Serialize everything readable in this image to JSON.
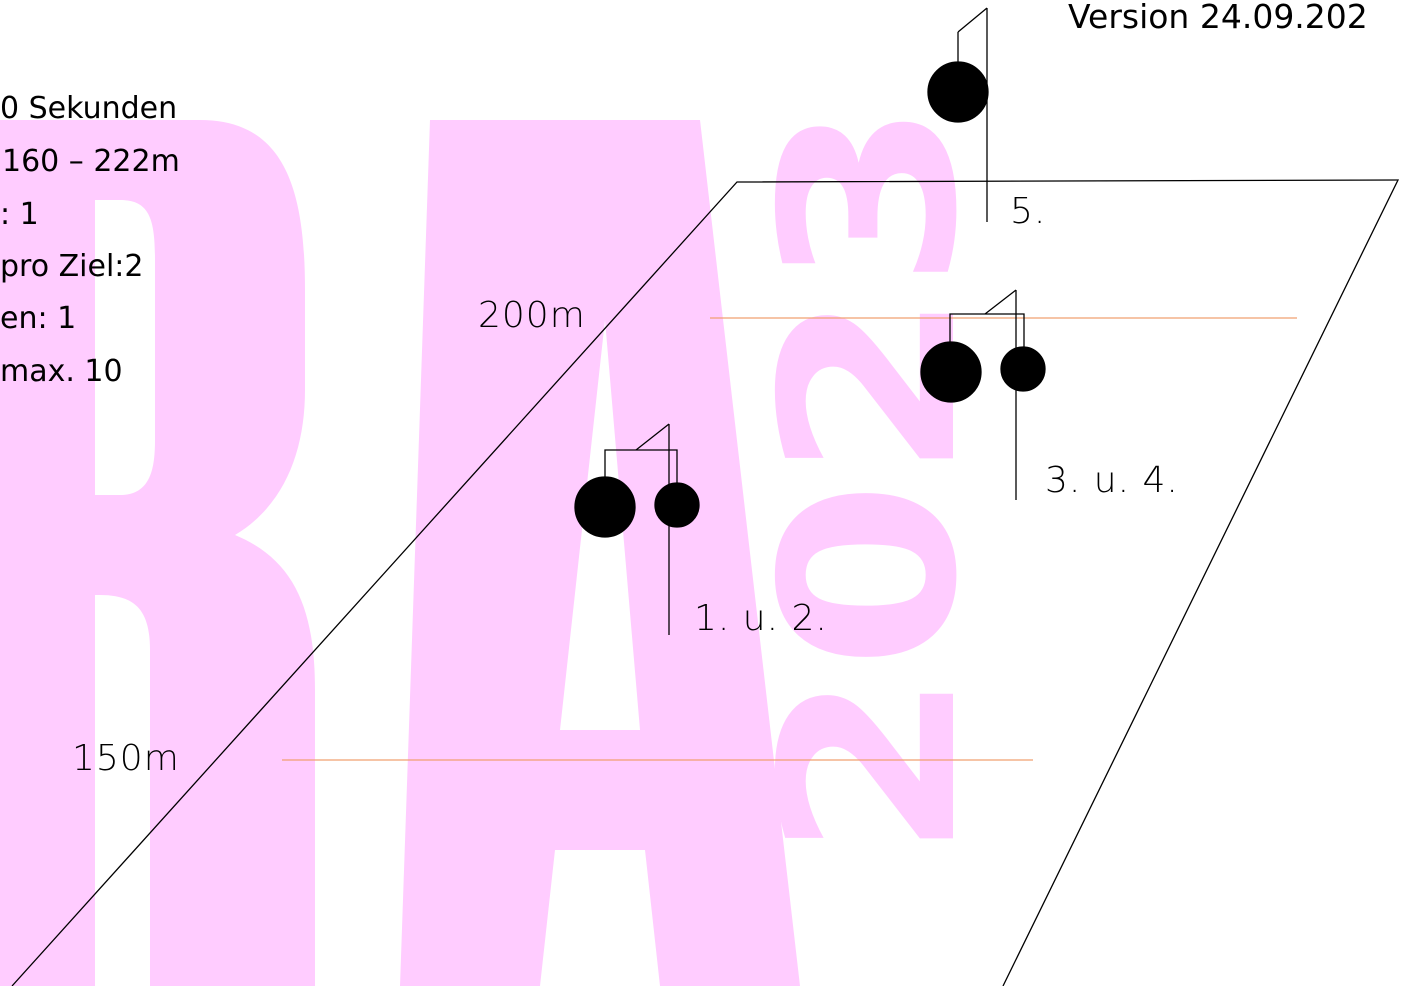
{
  "version": "Version 24.09.202",
  "info_lines": [
    "0 Sekunden",
    "160 – 222m",
    ": 1",
    "pro Ziel:2",
    "en: 1",
    "max. 10"
  ],
  "distance_labels": {
    "far": "200m",
    "near": "150m"
  },
  "target_labels": {
    "t1": "1. u. 2.",
    "t2": "3. u. 4.",
    "t3": "5."
  },
  "watermark": {
    "text": "RA 2023",
    "color": "#ffccff"
  },
  "colors": {
    "distance_line": "#f0a070",
    "outline": "#000000",
    "target": "#000000"
  }
}
